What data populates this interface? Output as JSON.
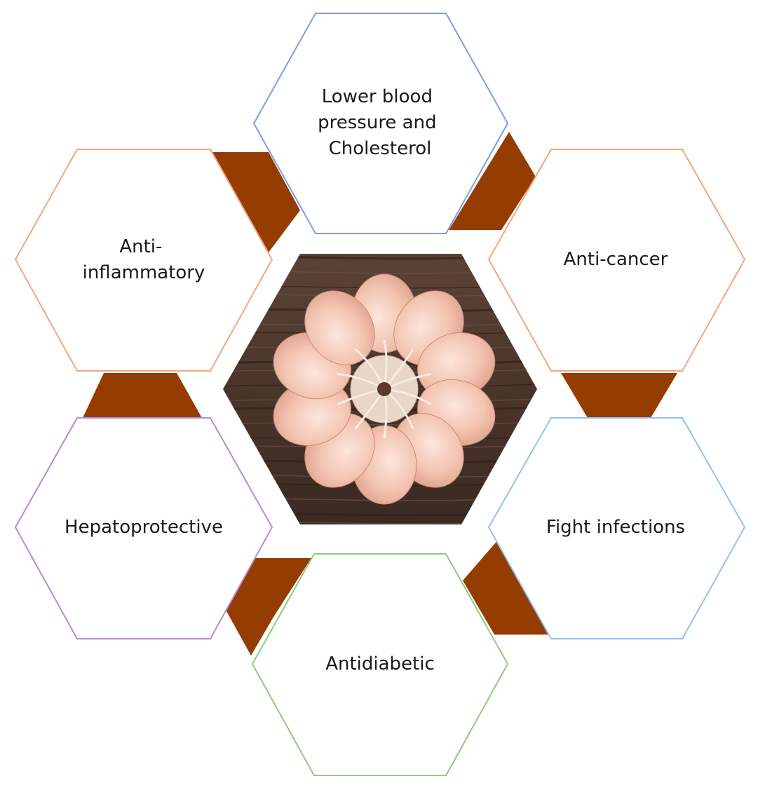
{
  "colors": {
    "connector": "#953c00",
    "background": "#ffffff",
    "text": "#1a1a1a"
  },
  "hexagons": [
    {
      "id": "top",
      "lines": [
        "Lower blood",
        "pressure and",
        "Cholesterol"
      ],
      "border_color": "#7aa0e0"
    },
    {
      "id": "upper-right",
      "lines": [
        "Anti-cancer"
      ],
      "border_color": "#f4a77a"
    },
    {
      "id": "lower-right",
      "lines": [
        "Fight infections"
      ],
      "border_color": "#8fc4ee"
    },
    {
      "id": "bottom",
      "lines": [
        "Antidiabetic"
      ],
      "border_color": "#8ecb7d"
    },
    {
      "id": "lower-left",
      "lines": [
        "Hepatoprotective"
      ],
      "border_color": "#b58ad6"
    },
    {
      "id": "upper-left",
      "lines": [
        "Anti-",
        "inflammatory"
      ],
      "border_color": "#f4a77a"
    }
  ],
  "center_image": {
    "subject": "garlic-bulb-on-wood",
    "bulb_cloves": 10
  }
}
